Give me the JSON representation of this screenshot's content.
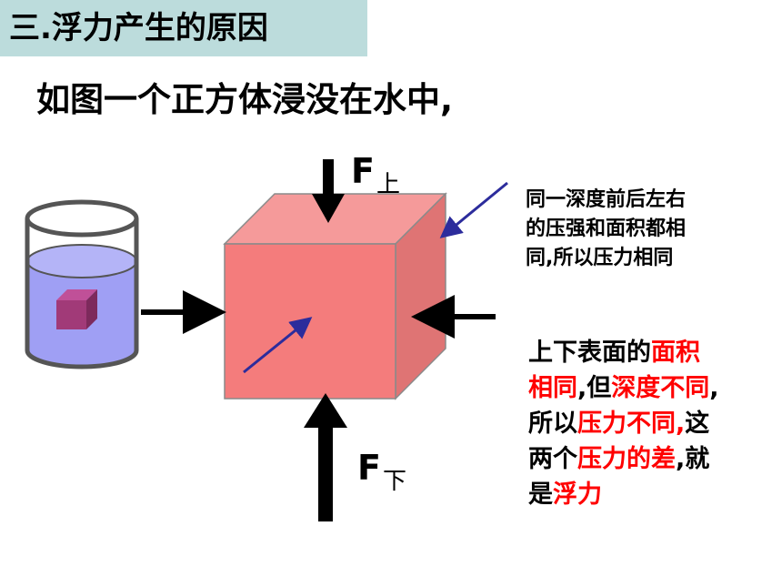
{
  "title": "三.浮力产生的原因",
  "subtitle": "如图一个正方体浸没在水中,",
  "force_top": {
    "symbol": "F",
    "subscript": "上"
  },
  "force_bottom": {
    "symbol": "F",
    "subscript": "下"
  },
  "note_top": {
    "line1": "同一深度前后左右",
    "line2": "的压强和面积都相",
    "line3": "同,所以压力相同"
  },
  "note_bottom": {
    "l1a": "上下表面的",
    "l1b": "面积",
    "l2a": "相同",
    "l2b": ",但",
    "l2c": "深度不同",
    "l2d": ",",
    "l3a": "所以",
    "l3b": "压力不同,",
    "l3c": "这",
    "l4a": "两个",
    "l4b": "压力的差",
    "l4c": ",就",
    "l5a": "是",
    "l5b": "浮力"
  },
  "colors": {
    "title_bg": "#bcdcdc",
    "cube_front": "#f47c7c",
    "cube_top": "#f59a9a",
    "cube_side": "#df7474",
    "water": "#9f9ff4",
    "small_cube": "#a13a78",
    "highlight": "#ff0000",
    "pointer": "#2c2c9c"
  }
}
